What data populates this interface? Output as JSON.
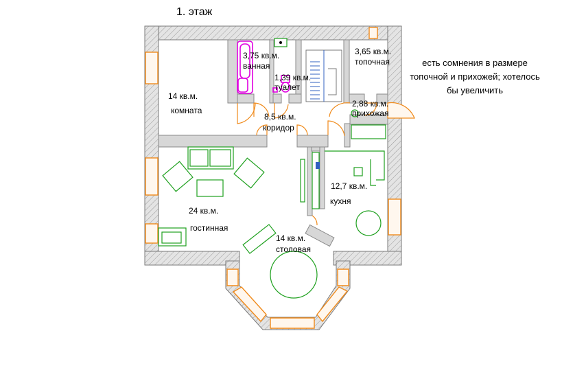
{
  "plan": {
    "title": "1. этаж",
    "note": "есть сомнения в размере топочной и прихожей; хотелось бы увеличить",
    "colors": {
      "wall_fill": "#e2e2e2",
      "wall_stroke": "#7a7a7a",
      "window": "#f08a1a",
      "furniture": "#1ea01e",
      "plumbing": "#e000e0",
      "stairs": "#3060c0"
    },
    "rooms": [
      {
        "id": "komnata",
        "area": "14 кв.м.",
        "name": "комната"
      },
      {
        "id": "vannaya",
        "area": "3,75 кв.м.",
        "name": "ванная"
      },
      {
        "id": "tualet",
        "area": "1,39 кв.м.",
        "name": "туалет"
      },
      {
        "id": "topochnaya",
        "area": "3,65 кв.м.",
        "name": "топочная"
      },
      {
        "id": "prihozhaya",
        "area": "2,88 кв.м.",
        "name": "прихожая"
      },
      {
        "id": "koridor",
        "area": "8,5 кв.м.",
        "name": "коридор"
      },
      {
        "id": "gostinnaya",
        "area": "24 кв.м.",
        "name": "гостинная"
      },
      {
        "id": "kuhnya",
        "area": "12,7 кв.м.",
        "name": "кухня"
      },
      {
        "id": "stolovaya",
        "area": "14 кв.м.",
        "name": "столовая"
      }
    ]
  }
}
